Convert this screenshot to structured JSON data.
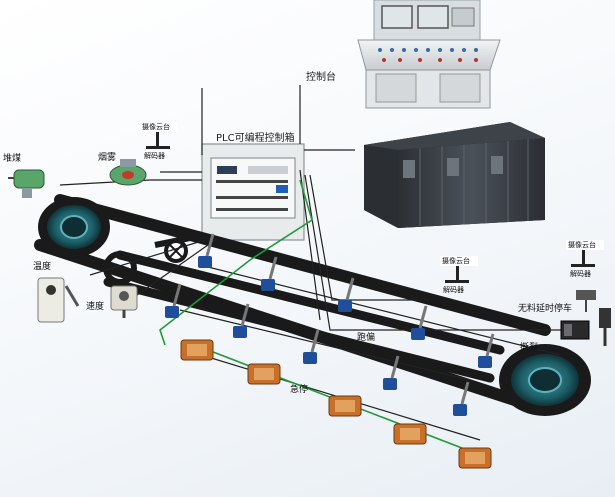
{
  "labels": {
    "console": "控制台",
    "plc": "PLC可编程控制箱",
    "coal_pile": "堆煤",
    "smoke": "烟雾",
    "temperature": "温度",
    "speed": "速度",
    "deviation": "跑偏",
    "emergency_stop": "急停",
    "no_material_stop": "无料延时停车",
    "tear": "撕裂"
  },
  "camera_units": [
    {
      "id": "cam-plc",
      "camera": "摄像云台",
      "decoder": "解码器"
    },
    {
      "id": "cam-mid",
      "camera": "摄像云台",
      "decoder": "解码器"
    },
    {
      "id": "cam-right",
      "camera": "摄像云台",
      "decoder": "解码器"
    }
  ],
  "colors": {
    "belt": "#1a1a1a",
    "wire": "#222222",
    "green_wire": "#1e9a3a",
    "sensor_blue": "#1f4f9a",
    "estop_orange": "#c8702a",
    "cabinet": "#e6e9ea",
    "inverter": "#3a4046"
  }
}
